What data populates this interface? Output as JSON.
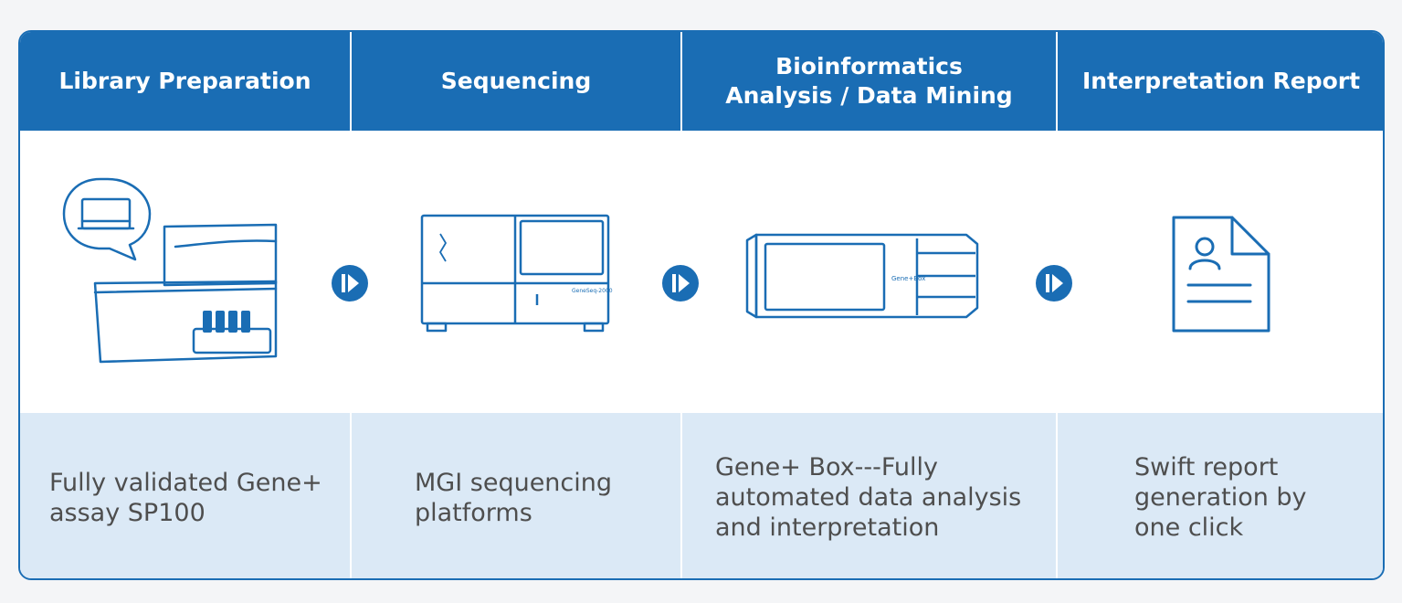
{
  "columns": [
    {
      "title": "Library Preparation",
      "description": "Fully validated Gene+ assay SP100"
    },
    {
      "title": "Sequencing",
      "description": "MGI sequencing platforms"
    },
    {
      "title": "Bioinformatics Analysis / Data Mining",
      "description": "Gene+ Box---Fully automated data analysis and interpretation"
    },
    {
      "title": "Interpretation Report",
      "description": "Swift report generation by one click"
    }
  ],
  "device_labels": {
    "sequencer": "GeneSeq-2000",
    "analysis_box": "Gene+Box"
  },
  "colors": {
    "header_blue": "#1a6db4",
    "band_light_blue": "#dbe9f6",
    "text_gray": "#4e4e4e"
  },
  "icons": [
    "lab-instrument-icon",
    "sequencer-icon",
    "analysis-server-icon",
    "report-document-icon",
    "next-step-arrow-icon"
  ]
}
